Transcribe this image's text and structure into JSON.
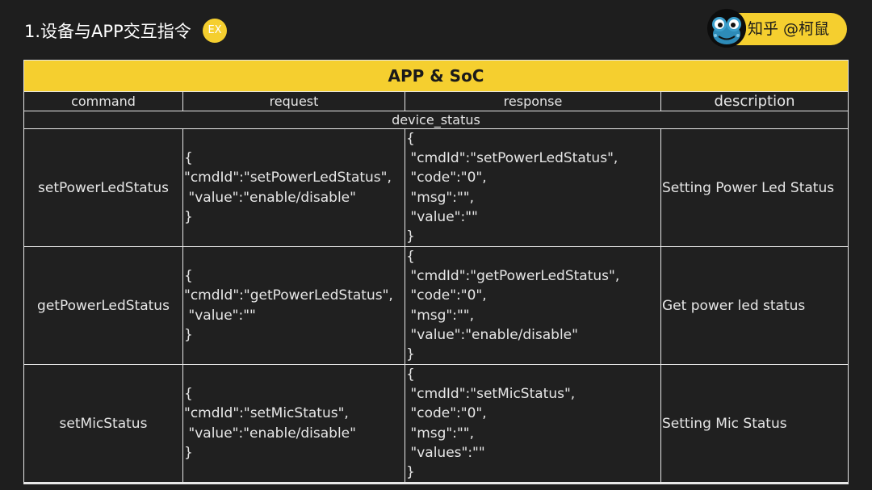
{
  "slide": {
    "title": "1.设备与APP交互指令",
    "badge": "EX",
    "brand_text": "知乎 @柯鼠"
  },
  "table": {
    "header": "APP & SoC",
    "columns": [
      "command",
      "request",
      "response",
      "description"
    ],
    "section": "device_status",
    "rows": [
      {
        "command": "setPowerLedStatus",
        "request": [
          "{",
          "\"cmdId\":\"setPowerLedStatus\",",
          " \"value\":\"enable/disable\"",
          "}"
        ],
        "response": [
          "{",
          " \"cmdId\":\"setPowerLedStatus\",",
          " \"code\":\"0\",",
          " \"msg\":\"\",",
          " \"value\":\"\"",
          "}"
        ],
        "description": "Setting Power Led Status"
      },
      {
        "command": "getPowerLedStatus",
        "request": [
          "{",
          "\"cmdId\":\"getPowerLedStatus\",",
          " \"value\":\"\"",
          "}"
        ],
        "response": [
          "{",
          " \"cmdId\":\"getPowerLedStatus\",",
          " \"code\":\"0\",",
          " \"msg\":\"\",",
          " \"value\":\"enable/disable\"",
          "}"
        ],
        "description": "Get power led status"
      },
      {
        "command": "setMicStatus",
        "request": [
          "{",
          "\"cmdId\":\"setMicStatus\",",
          " \"value\":\"enable/disable\"",
          "}"
        ],
        "response": [
          "{",
          " \"cmdId\":\"setMicStatus\",",
          " \"code\":\"0\",",
          " \"msg\":\"\",",
          " \"values\":\"\"",
          "}"
        ],
        "description": "Setting Mic Status"
      }
    ]
  },
  "colors": {
    "background": "#1e1e1e",
    "accent": "#f5cf2f",
    "grid": "#e8e8e8",
    "text": "#e6e6e6"
  },
  "icons": {
    "avatar": "frog-avatar-icon"
  }
}
